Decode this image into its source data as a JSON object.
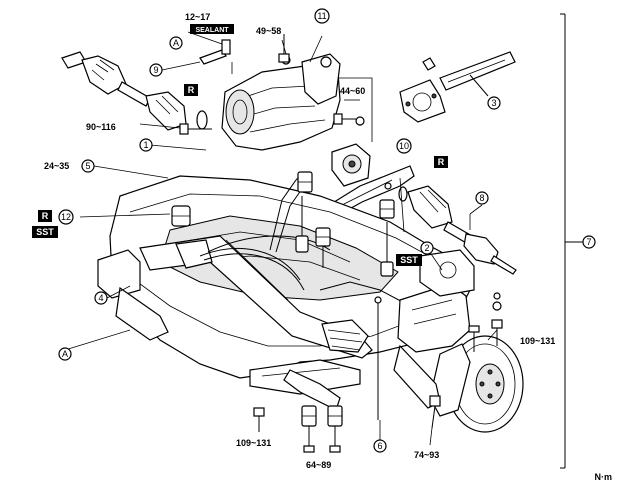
{
  "unit_label": "N·m",
  "callouts": {
    "c1": "1",
    "c2": "2",
    "c3": "3",
    "c4": "4",
    "c5": "5",
    "c6": "6",
    "c7": "7",
    "c8": "8",
    "c9": "9",
    "c10": "10",
    "c11": "11",
    "c12": "12",
    "cA1": "A",
    "cA2": "A"
  },
  "torques": {
    "t12_17": "12~17",
    "t49_58": "49~58",
    "t44_60": "44~60",
    "t90_116": "90~116",
    "t24_35": "24~35",
    "t109_131_right": "109~131",
    "t109_131_bottom": "109~131",
    "t64_89": "64~89",
    "t74_93": "74~93"
  },
  "tags": {
    "sealant": "SEALANT",
    "r1": "R",
    "r2": "R",
    "r3": "R",
    "sst1": "SST",
    "sst2": "SST"
  }
}
